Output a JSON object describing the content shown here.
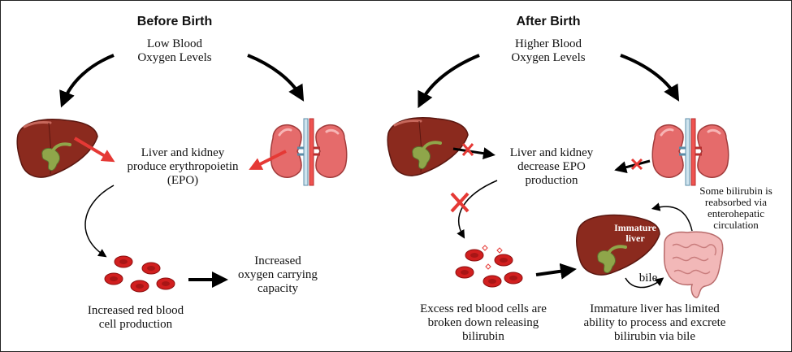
{
  "left": {
    "heading": "Before Birth",
    "trigger": [
      "Low Blood",
      "Oxygen Levels"
    ],
    "center": [
      "Liver and kidney",
      "produce erythropoietin",
      "(EPO)"
    ],
    "rbc": [
      "Increased red blood",
      "cell production"
    ],
    "result": [
      "Increased",
      "oxygen carrying",
      "capacity"
    ]
  },
  "right": {
    "heading": "After Birth",
    "trigger": [
      "Higher Blood",
      "Oxygen Levels"
    ],
    "center": [
      "Liver and kidney",
      "decrease EPO",
      "production"
    ],
    "rbc": [
      "Excess red blood cells are",
      "broken down releasing",
      "bilirubin"
    ],
    "liver_label": [
      "Immature",
      "liver"
    ],
    "liver_caption": [
      "Immature liver has limited",
      "ability to process and excrete",
      "bilirubin via bile"
    ],
    "bile": "bile",
    "reabsorb": [
      "Some bilirubin is",
      "reabsorbed via",
      "enterohepatic",
      "circulation"
    ]
  },
  "colors": {
    "liver": "#8b2a1e",
    "gallbladder": "#8fa64a",
    "kidney": "#e56b6b",
    "blood": "#d11f1f",
    "arrow_red": "#e53935",
    "intestine": "#f2b8b8"
  }
}
